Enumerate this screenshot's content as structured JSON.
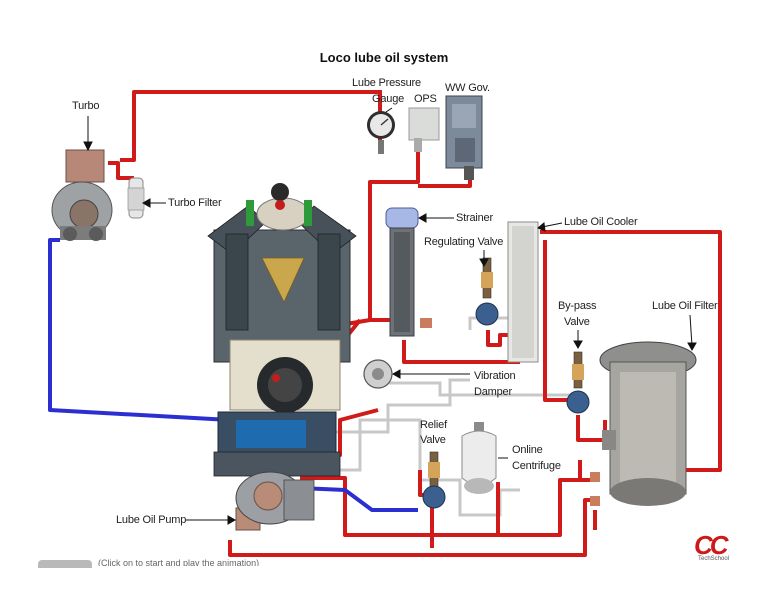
{
  "title": "Loco lube oil system",
  "labels": {
    "turbo": "Turbo",
    "turbo_filter": "Turbo Filter",
    "lube_pressure_line1": "Lube Pressure",
    "lube_pressure_line2": "Gauge",
    "ops": "OPS",
    "ww_gov": "WW Gov.",
    "strainer": "Strainer",
    "regulating_valve": "Regulating Valve",
    "lube_oil_cooler": "Lube Oil Cooler",
    "bypass_line1": "By-pass",
    "bypass_line2": "Valve",
    "lube_oil_filter": "Lube Oil Filter",
    "vibration_line1": "Vibration",
    "vibration_line2": "Damper",
    "relief_line1": "Relief",
    "relief_line2": "Valve",
    "online_line1": "Online",
    "online_line2": "Centrifuge",
    "lube_oil_pump": "Lube Oil Pump"
  },
  "logo": {
    "text": "CC",
    "sub": "TechSchool"
  },
  "bottom_hint": "(Click on to start and play the animation)",
  "colors": {
    "pipe_hot": "#d11a1a",
    "pipe_cold": "#2b2fd0",
    "pipe_return": "#bdbdbd"
  }
}
